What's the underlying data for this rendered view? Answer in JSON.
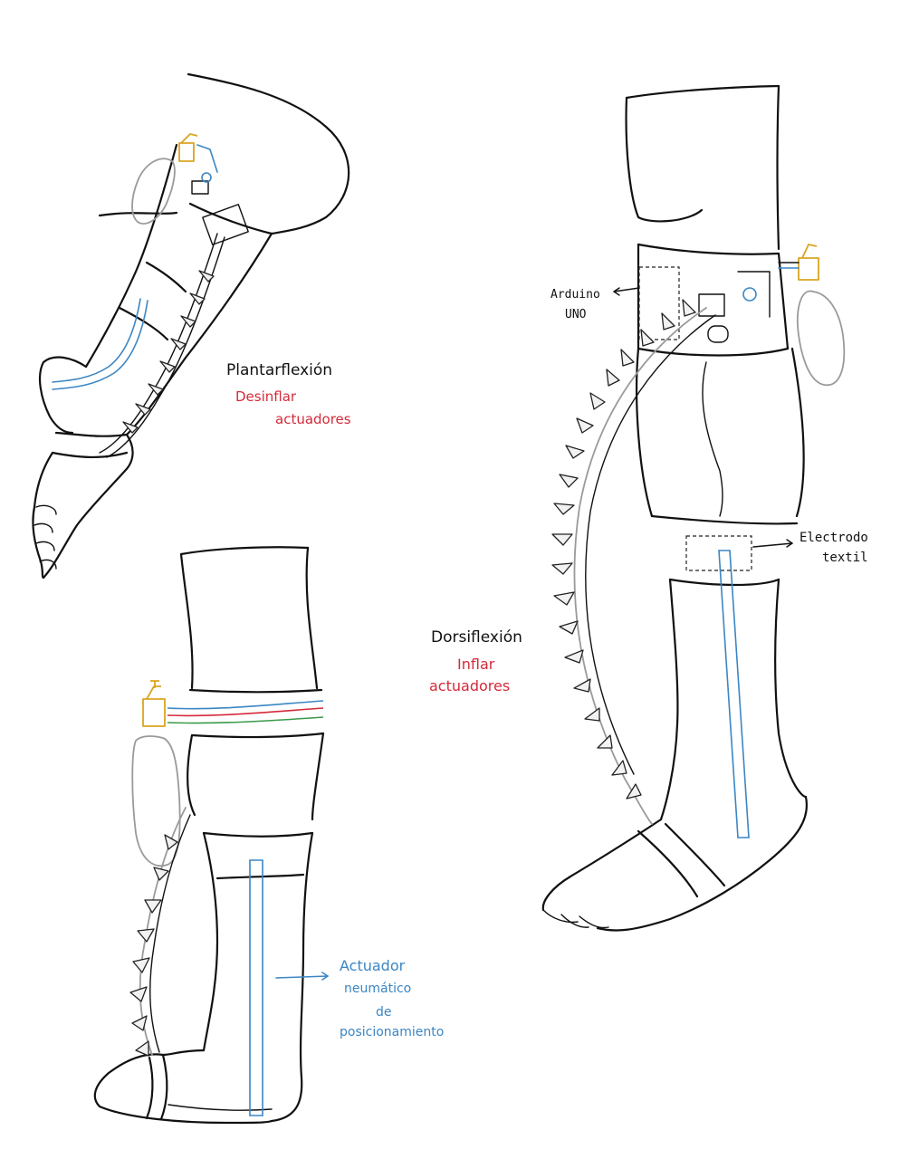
{
  "labels": {
    "plantarflexion": "Plantarflexión",
    "desinflar": "Desinflar",
    "actuadores_1": "actuadores",
    "arduino": "Arduino",
    "uno": "UNO",
    "electrodo": "Electrodo",
    "textil": "textil",
    "dorsiflexion": "Dorsiflexión",
    "inflar": "Inflar",
    "actuadores_2": "actuadores",
    "actuador": "Actuador",
    "neumatico": "neumático",
    "de": "de",
    "posicionamiento": "posicionamiento"
  },
  "colors": {
    "title_ink": "#111111",
    "instruction_red": "#d42a3a",
    "annotation_blue": "#3b86c4",
    "outline_grey": "#9a9a9a",
    "valve_gold": "#d9a521",
    "wire_green": "#3a9a4a"
  }
}
